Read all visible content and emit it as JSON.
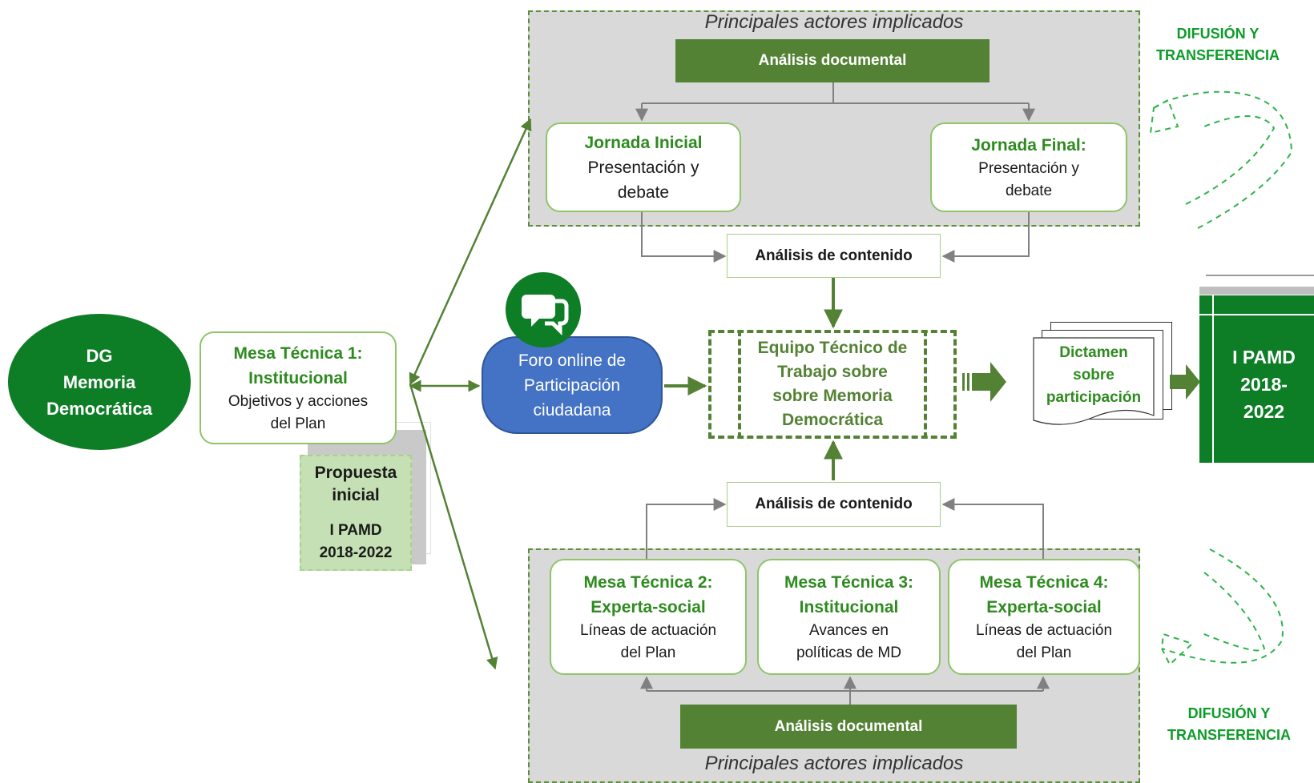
{
  "colors": {
    "primary_green": "#548235",
    "dark_green": "#0d7d26",
    "bright_green": "#2e8b1f",
    "blue": "#4472c4",
    "panel_gray": "#d9d9d9"
  },
  "dg": {
    "line1": "DG",
    "line2": "Memoria",
    "line3": "Democrática"
  },
  "mesa1": {
    "title1": "Mesa Técnica 1:",
    "title2": "Institucional",
    "desc1": "Objetivos y acciones",
    "desc2": "del Plan"
  },
  "propuesta": {
    "line1": "Propuesta",
    "line2": "inicial",
    "line3": "I PAMD",
    "line4": "2018-2022"
  },
  "foro": {
    "line1": "Foro online de",
    "line2": "Participación",
    "line3": "ciudadana",
    "icon": "chat-icon"
  },
  "top_panel": {
    "caption": "Principales actores implicados",
    "bar": "Análisis documental",
    "jornada_inicial": {
      "title": "Jornada  Inicial",
      "desc1": "Presentación y",
      "desc2": "debate"
    },
    "jornada_final": {
      "title": "Jornada Final:",
      "desc1": "Presentación y",
      "desc2": "debate"
    }
  },
  "analisis_top": "Análisis de contenido",
  "analisis_bottom": "Análisis de contenido",
  "equipo": {
    "line1": "Equipo Técnico de",
    "line2": "Trabajo sobre",
    "line3": "sobre Memoria",
    "line4": "Democrática"
  },
  "dictamen": {
    "line1": "Dictamen",
    "line2": "sobre",
    "line3": "participación"
  },
  "pamd": {
    "line1": "I PAMD",
    "line2": "2018-",
    "line3": "2022"
  },
  "bottom_panel": {
    "caption": "Principales actores implicados",
    "bar": "Análisis documental",
    "mesa2": {
      "title1": "Mesa Técnica 2:",
      "title2": "Experta-social",
      "desc1": "Líneas de actuación",
      "desc2": "del Plan"
    },
    "mesa3": {
      "title1": "Mesa Técnica 3:",
      "title2": "Institucional",
      "desc1": "Avances en",
      "desc2": "políticas de MD"
    },
    "mesa4": {
      "title1": "Mesa Técnica 4:",
      "title2": "Experta-social",
      "desc1": "Líneas de actuación",
      "desc2": "del Plan"
    }
  },
  "difusion_top": {
    "line1": "DIFUSIÓN Y",
    "line2": "TRANSFERENCIA"
  },
  "difusion_bottom": {
    "line1": "DIFUSIÓN Y",
    "line2": "TRANSFERENCIA"
  }
}
